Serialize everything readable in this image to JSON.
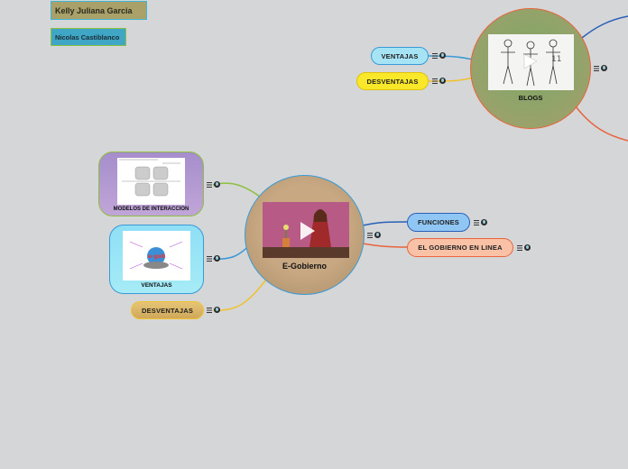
{
  "authors": [
    "Kelly Juliana Garcia",
    "Nicolas Castiblanco"
  ],
  "center": {
    "title": "E-Gobierno"
  },
  "blogs": {
    "title": "BLOGS",
    "branches": [
      "VENTAJAS",
      "DESVENTAJAS"
    ]
  },
  "left_branches": {
    "modelos": {
      "title": "MODELOS DE INTERACCION"
    },
    "ventajas": {
      "title": "VENTAJAS"
    },
    "desventajas": {
      "title": "DESVENTAJAS"
    }
  },
  "right_branches": [
    "FUNCIONES",
    "EL GOBIERNO EN LINEA"
  ],
  "colors": {
    "blue": "#4a8fd6",
    "red": "#e8643c",
    "green": "#8fbf3f",
    "yellow": "#f2c02e",
    "orange_stroke": "#f29a3a"
  }
}
